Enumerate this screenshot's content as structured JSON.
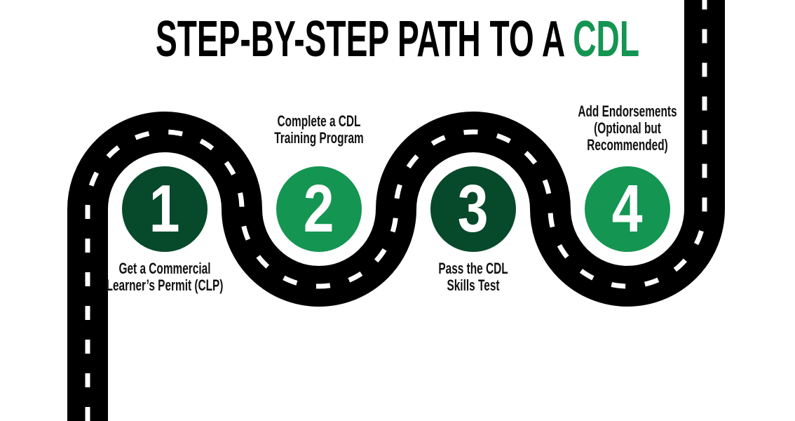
{
  "title": {
    "prefix": "STEP-BY-STEP PATH TO A ",
    "highlight": "CDL"
  },
  "colors": {
    "background": "#ffffff",
    "road": "#000000",
    "road_dash": "#ffffff",
    "title_text": "#000000",
    "accent_green": "#149552",
    "dark_green": "#07492B",
    "number_text": "#ffffff",
    "label_text": "#111111"
  },
  "steps": [
    {
      "number": "1",
      "label": "Get a Commercial\nLearner’s Permit (CLP)",
      "circle_color": "#07492B",
      "label_position": "below"
    },
    {
      "number": "2",
      "label": "Complete a CDL\nTraining Program",
      "circle_color": "#149552",
      "label_position": "above"
    },
    {
      "number": "3",
      "label": "Pass the CDL\nSkills Test",
      "circle_color": "#07492B",
      "label_position": "below"
    },
    {
      "number": "4",
      "label": "Add Endorsements\n(Optional but\nRecommended)",
      "circle_color": "#149552",
      "label_position": "above"
    }
  ]
}
